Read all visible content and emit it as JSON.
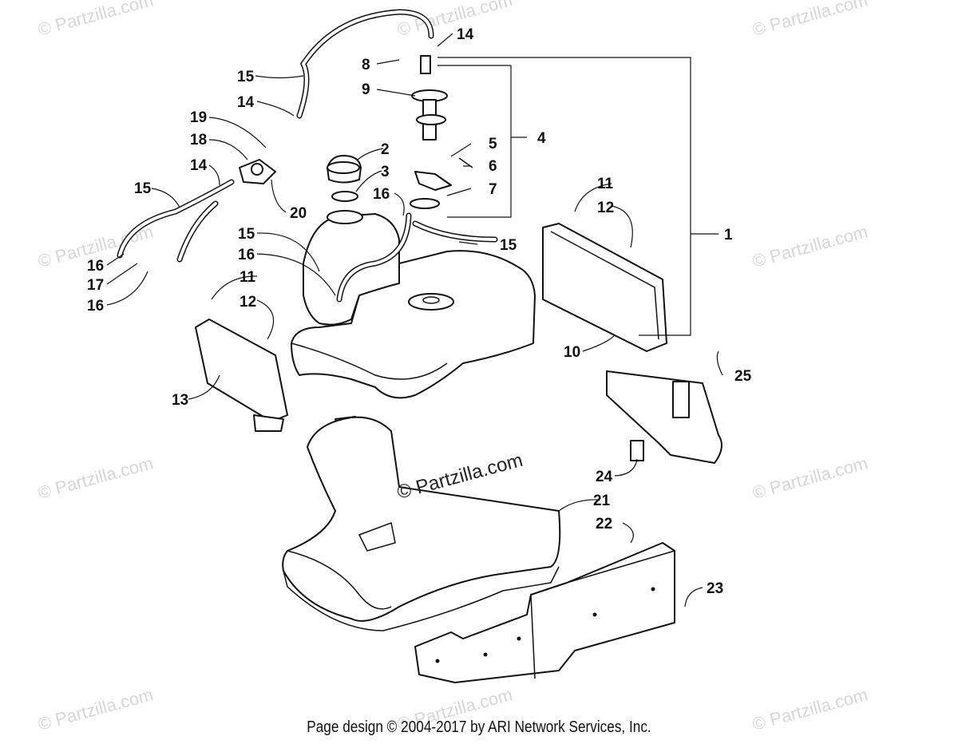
{
  "watermark": "© Partzilla.com",
  "center_watermark": "© Partzilla.com",
  "footer": "Page design © 2004-2017 by ARI Network Services, Inc.",
  "callouts": [
    "1",
    "2",
    "3",
    "4",
    "5",
    "6",
    "7",
    "8",
    "9",
    "10",
    "11",
    "11",
    "12",
    "12",
    "13",
    "14",
    "14",
    "14",
    "15",
    "15",
    "15",
    "15",
    "16",
    "16",
    "16",
    "16",
    "17",
    "18",
    "19",
    "20",
    "21",
    "22",
    "23",
    "24",
    "25"
  ]
}
